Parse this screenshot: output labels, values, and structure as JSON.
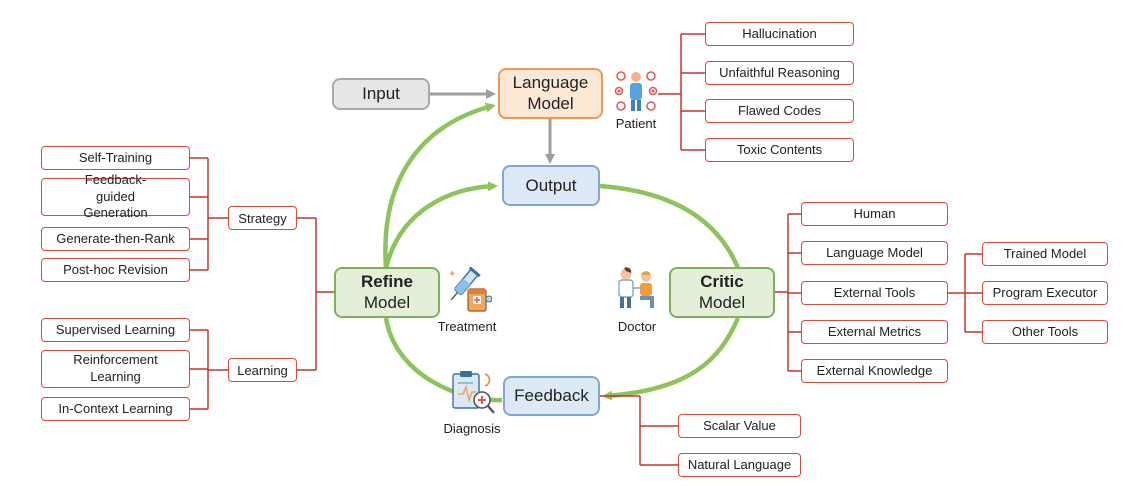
{
  "core": {
    "input": "Input",
    "language_model": "Language Model",
    "output": "Output",
    "feedback": "Feedback",
    "refine_bold": "Refine",
    "refine_rest": "Model",
    "critic_bold": "Critic",
    "critic_rest": "Model"
  },
  "roles": {
    "patient": "Patient",
    "doctor": "Doctor",
    "treatment": "Treatment",
    "diagnosis": "Diagnosis"
  },
  "language_model_issues": [
    "Hallucination",
    "Unfaithful Reasoning",
    "Flawed Codes",
    "Toxic Contents"
  ],
  "refine": {
    "strategy": {
      "label": "Strategy",
      "items": [
        "Self-Training",
        "Feedback-guided Generation",
        "Generate-then-Rank",
        "Post-hoc Revision"
      ]
    },
    "learning": {
      "label": "Learning",
      "items": [
        "Supervised Learning",
        "Reinforcement Learning",
        "In-Context Learning"
      ]
    }
  },
  "critic": {
    "items": [
      "Human",
      "Language Model",
      "External Tools",
      "External Metrics",
      "External Knowledge"
    ],
    "tools": [
      "Trained Model",
      "Program Executor",
      "Other Tools"
    ]
  },
  "feedback_types": [
    "Scalar Value",
    "Natural Language"
  ],
  "colors": {
    "leaf_border": "#e0483a",
    "bracket": "#c8332a",
    "cycle_arrow": "#8cc35a",
    "gray_arrow": "#9e9e9e",
    "lm_fill": "#fde8d6",
    "blue_fill": "#dde9f7",
    "green_fill": "#e3efd8"
  },
  "icons": [
    "patient-icon",
    "doctor-icon",
    "treatment-icon",
    "diagnosis-icon"
  ]
}
